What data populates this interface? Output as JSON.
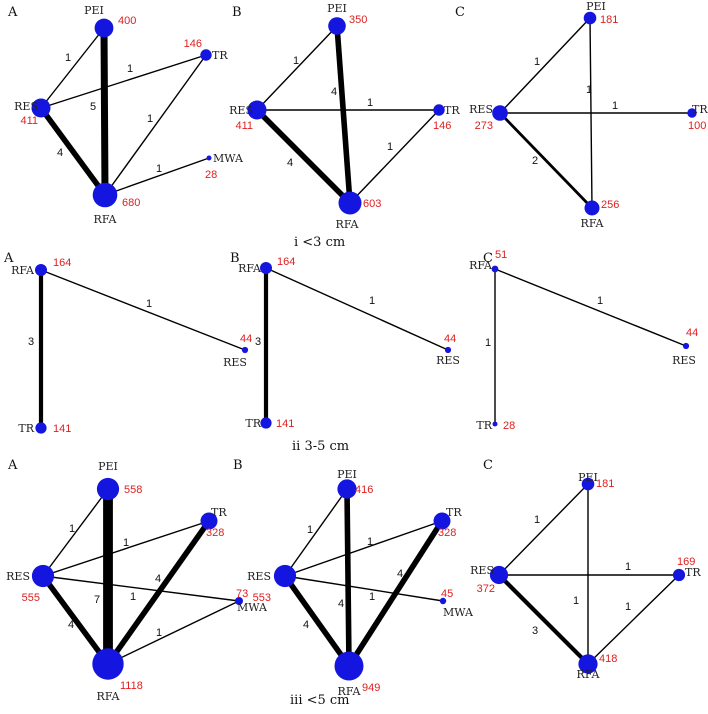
{
  "colors": {
    "node": "#1515e0",
    "count": "#e02020",
    "edge": "#000000",
    "text": "#222222"
  },
  "rows": [
    {
      "caption": "i <3 cm",
      "panels": [
        {
          "letter": "A",
          "nodes": [
            {
              "id": "PEI",
              "label": "PEI",
              "count": "400",
              "size": 400
            },
            {
              "id": "TR",
              "label": "TR",
              "count": "146",
              "size": 146
            },
            {
              "id": "RES",
              "label": "RES",
              "count": "411",
              "size": 411
            },
            {
              "id": "MWA",
              "label": "MWA",
              "count": "28",
              "size": 28
            },
            {
              "id": "RFA",
              "label": "RFA",
              "count": "680",
              "size": 680
            }
          ],
          "edges": [
            {
              "from": "RES",
              "to": "PEI",
              "weight": 1,
              "label": "1"
            },
            {
              "from": "RES",
              "to": "TR",
              "weight": 1,
              "label": "1"
            },
            {
              "from": "PEI",
              "to": "RFA",
              "weight": 5,
              "label": "5"
            },
            {
              "from": "TR",
              "to": "RFA",
              "weight": 1,
              "label": "1"
            },
            {
              "from": "RES",
              "to": "RFA",
              "weight": 4,
              "label": "4"
            },
            {
              "from": "RFA",
              "to": "MWA",
              "weight": 1,
              "label": "1"
            }
          ]
        },
        {
          "letter": "B",
          "nodes": [
            {
              "id": "PEI",
              "label": "PEI",
              "count": "350",
              "size": 350
            },
            {
              "id": "TR",
              "label": "TR",
              "count": "146",
              "size": 146
            },
            {
              "id": "RES",
              "label": "RES",
              "count": "411",
              "size": 411
            },
            {
              "id": "RFA",
              "label": "RFA",
              "count": "603",
              "size": 603
            }
          ],
          "edges": [
            {
              "from": "RES",
              "to": "PEI",
              "weight": 1,
              "label": "1"
            },
            {
              "from": "PEI",
              "to": "RFA",
              "weight": 4,
              "label": "4"
            },
            {
              "from": "RES",
              "to": "TR",
              "weight": 1,
              "label": "1"
            },
            {
              "from": "RES",
              "to": "RFA",
              "weight": 4,
              "label": "4"
            },
            {
              "from": "TR",
              "to": "RFA",
              "weight": 1,
              "label": "1"
            }
          ]
        },
        {
          "letter": "C",
          "nodes": [
            {
              "id": "PEI",
              "label": "PEI",
              "count": "181",
              "size": 181
            },
            {
              "id": "RES",
              "label": "RES",
              "count": "273",
              "size": 273
            },
            {
              "id": "TR",
              "label": "TR",
              "count": "100",
              "size": 100
            },
            {
              "id": "RFA",
              "label": "RFA",
              "count": "256",
              "size": 256
            }
          ],
          "edges": [
            {
              "from": "RES",
              "to": "PEI",
              "weight": 1,
              "label": "1"
            },
            {
              "from": "PEI",
              "to": "RFA",
              "weight": 1,
              "label": "1"
            },
            {
              "from": "RES",
              "to": "TR",
              "weight": 1,
              "label": "1"
            },
            {
              "from": "RES",
              "to": "RFA",
              "weight": 2,
              "label": "2"
            }
          ]
        }
      ]
    },
    {
      "caption": "ii 3-5 cm",
      "panels": [
        {
          "letter": "A",
          "nodes": [
            {
              "id": "RFA",
              "label": "RFA",
              "count": "164",
              "size": 164
            },
            {
              "id": "RES",
              "label": "RES",
              "count": "44",
              "size": 44
            },
            {
              "id": "TR",
              "label": "TR",
              "count": "141",
              "size": 141
            }
          ],
          "edges": [
            {
              "from": "RFA",
              "to": "RES",
              "weight": 1,
              "label": "1"
            },
            {
              "from": "RFA",
              "to": "TR",
              "weight": 3,
              "label": "3"
            }
          ]
        },
        {
          "letter": "B",
          "nodes": [
            {
              "id": "RFA",
              "label": "RFA",
              "count": "164",
              "size": 164
            },
            {
              "id": "RES",
              "label": "RES",
              "count": "44",
              "size": 44
            },
            {
              "id": "TR",
              "label": "TR",
              "count": "141",
              "size": 141
            }
          ],
          "edges": [
            {
              "from": "RFA",
              "to": "RES",
              "weight": 1,
              "label": "1"
            },
            {
              "from": "RFA",
              "to": "TR",
              "weight": 3,
              "label": "3"
            }
          ]
        },
        {
          "letter": "C",
          "nodes": [
            {
              "id": "RFA",
              "label": "RFA",
              "count": "51",
              "size": 51
            },
            {
              "id": "RES",
              "label": "RES",
              "count": "44",
              "size": 44
            },
            {
              "id": "TR",
              "label": "TR",
              "count": "28",
              "size": 28
            }
          ],
          "edges": [
            {
              "from": "RFA",
              "to": "RES",
              "weight": 1,
              "label": "1"
            },
            {
              "from": "RFA",
              "to": "TR",
              "weight": 1,
              "label": "1"
            }
          ]
        }
      ]
    },
    {
      "caption": "iii <5 cm",
      "panels": [
        {
          "letter": "A",
          "nodes": [
            {
              "id": "PEI",
              "label": "PEI",
              "count": "558",
              "size": 558
            },
            {
              "id": "TR",
              "label": "TR",
              "count": "328",
              "size": 328
            },
            {
              "id": "RES",
              "label": "RES",
              "count": "555",
              "size": 555
            },
            {
              "id": "MWA",
              "label": "MWA",
              "count": "73",
              "size": 73
            },
            {
              "id": "RFA",
              "label": "RFA",
              "count": "1118",
              "size": 1118
            }
          ],
          "edges": [
            {
              "from": "RES",
              "to": "PEI",
              "weight": 1,
              "label": "1"
            },
            {
              "from": "RES",
              "to": "TR",
              "weight": 1,
              "label": "1"
            },
            {
              "from": "PEI",
              "to": "RFA",
              "weight": 7,
              "label": "7"
            },
            {
              "from": "TR",
              "to": "RFA",
              "weight": 4,
              "label": "4"
            },
            {
              "from": "RES",
              "to": "MWA",
              "weight": 1,
              "label": "1"
            },
            {
              "from": "RES",
              "to": "RFA",
              "weight": 4,
              "label": "4"
            },
            {
              "from": "RFA",
              "to": "MWA",
              "weight": 1,
              "label": "1"
            }
          ]
        },
        {
          "letter": "B",
          "nodes": [
            {
              "id": "PEI",
              "label": "PEI",
              "count": "416",
              "size": 416
            },
            {
              "id": "TR",
              "label": "TR",
              "count": "328",
              "size": 328
            },
            {
              "id": "RES",
              "label": "RES",
              "count": "553",
              "size": 553
            },
            {
              "id": "MWA",
              "label": "MWA",
              "count": "45",
              "size": 45
            },
            {
              "id": "RFA",
              "label": "RFA",
              "count": "949",
              "size": 949
            }
          ],
          "edges": [
            {
              "from": "RES",
              "to": "PEI",
              "weight": 1,
              "label": "1"
            },
            {
              "from": "RES",
              "to": "TR",
              "weight": 1,
              "label": "1"
            },
            {
              "from": "PEI",
              "to": "RFA",
              "weight": 4,
              "label": "4"
            },
            {
              "from": "TR",
              "to": "RFA",
              "weight": 4,
              "label": "4"
            },
            {
              "from": "RES",
              "to": "MWA",
              "weight": 1,
              "label": "1"
            },
            {
              "from": "RES",
              "to": "RFA",
              "weight": 4,
              "label": "4"
            }
          ]
        },
        {
          "letter": "C",
          "nodes": [
            {
              "id": "PEI",
              "label": "PEI",
              "count": "181",
              "size": 181
            },
            {
              "id": "RES",
              "label": "RES",
              "count": "372",
              "size": 372
            },
            {
              "id": "TR",
              "label": "TR",
              "count": "169",
              "size": 169
            },
            {
              "id": "RFA",
              "label": "RFA",
              "count": "418",
              "size": 418
            }
          ],
          "edges": [
            {
              "from": "RES",
              "to": "PEI",
              "weight": 1,
              "label": "1"
            },
            {
              "from": "PEI",
              "to": "RFA",
              "weight": 1,
              "label": "1"
            },
            {
              "from": "RES",
              "to": "TR",
              "weight": 1,
              "label": "1"
            },
            {
              "from": "TR",
              "to": "RFA",
              "weight": 1,
              "label": "1"
            },
            {
              "from": "RES",
              "to": "RFA",
              "weight": 3,
              "label": "3"
            }
          ]
        }
      ]
    }
  ]
}
